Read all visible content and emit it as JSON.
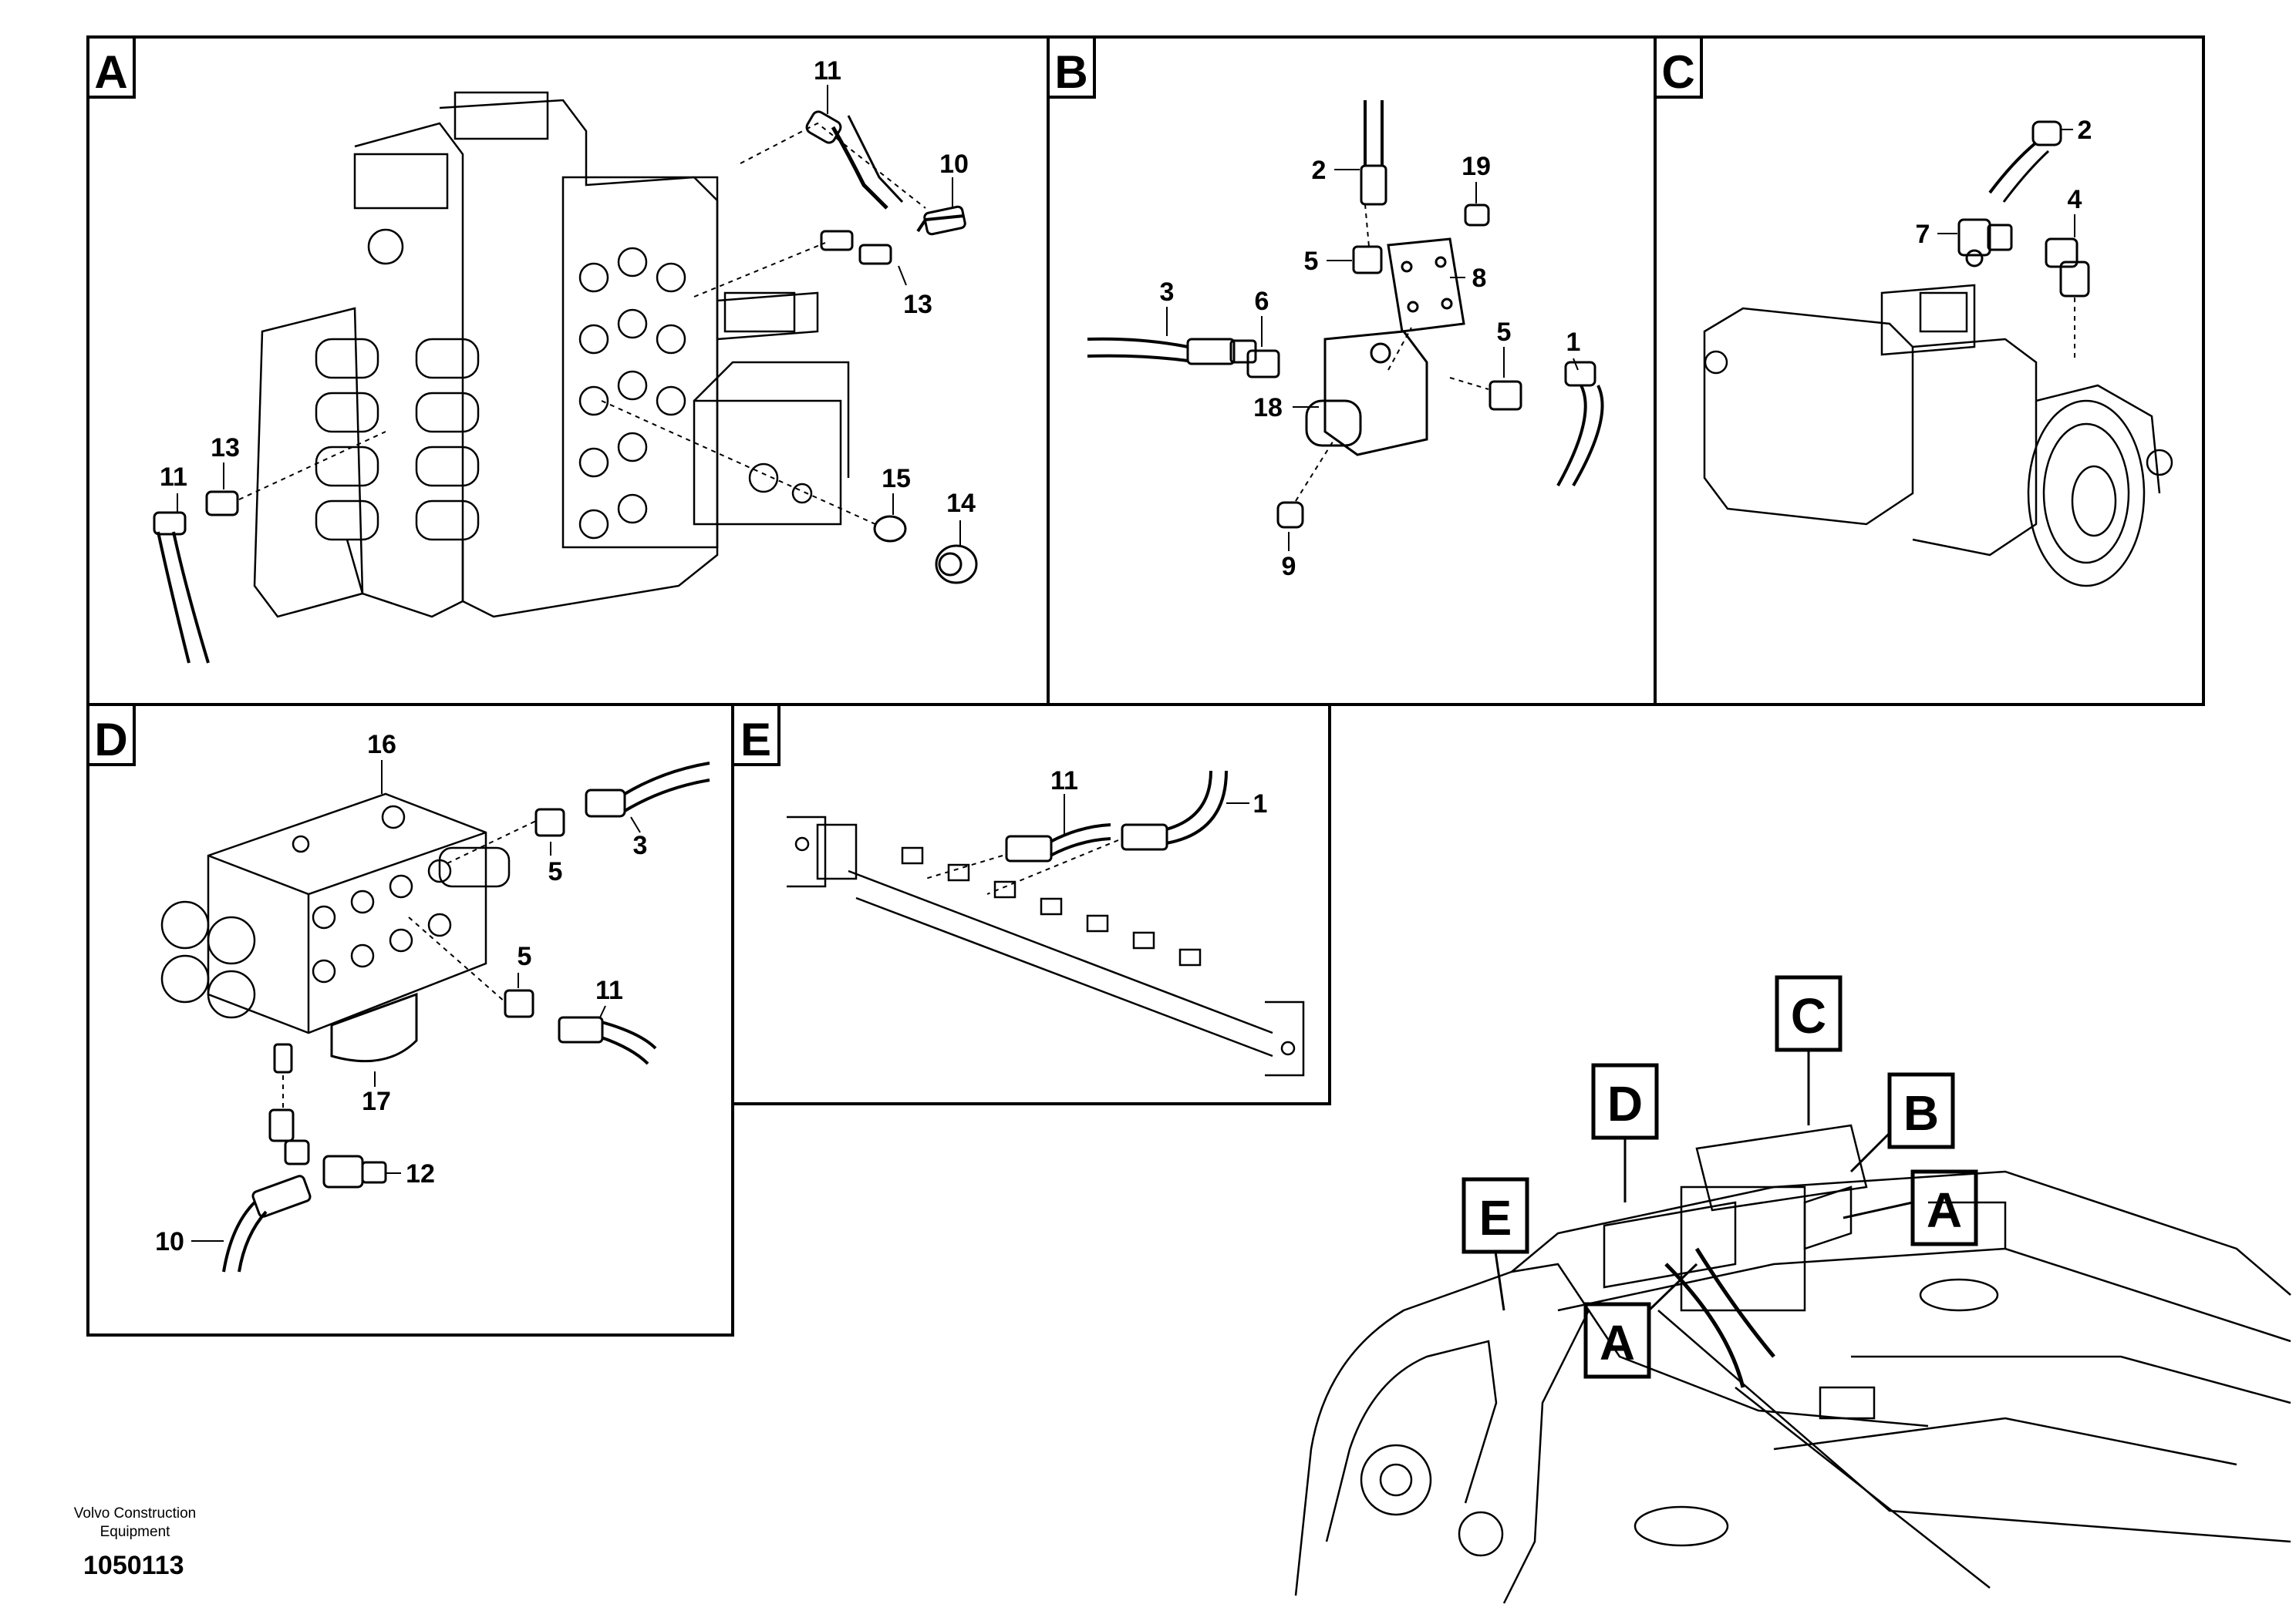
{
  "panels": {
    "a": {
      "letter": "A",
      "callouts": [
        "11",
        "10",
        "13",
        "11",
        "13",
        "15",
        "14"
      ]
    },
    "b": {
      "letter": "B",
      "callouts": [
        "2",
        "19",
        "5",
        "8",
        "3",
        "6",
        "5",
        "1",
        "18",
        "9"
      ]
    },
    "c": {
      "letter": "C",
      "callouts": [
        "2",
        "7",
        "4"
      ]
    },
    "d": {
      "letter": "D",
      "callouts": [
        "16",
        "3",
        "5",
        "5",
        "11",
        "17",
        "12",
        "10"
      ]
    },
    "e": {
      "letter": "E",
      "callouts": [
        "11",
        "1"
      ]
    }
  },
  "overview": {
    "labels": [
      "C",
      "D",
      "B",
      "E",
      "A",
      "A"
    ]
  },
  "footer": {
    "company_line1": "Volvo Construction",
    "company_line2": "Equipment",
    "document_number": "1050113"
  }
}
